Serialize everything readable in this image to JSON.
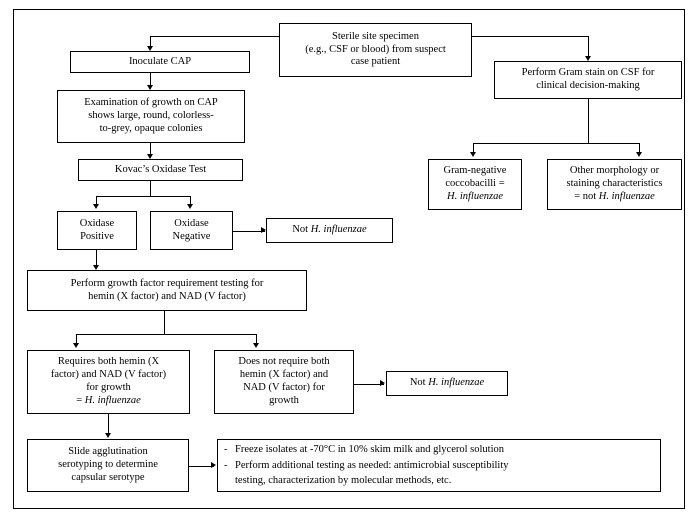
{
  "diagram": {
    "title": "Haemophilus influenzae laboratory identification flowchart",
    "nodes": {
      "sterile_specimen": "Sterile site specimen (e.g., CSF or blood) from suspect case patient",
      "sterile_specimen_l1": "Sterile site specimen",
      "sterile_specimen_l2": "(e.g., CSF or blood) from suspect",
      "sterile_specimen_l3": "case patient",
      "inoculate_cap": "Inoculate CAP",
      "gram_stain_l1": "Perform Gram stain on CSF for",
      "gram_stain_l2": "clinical decision-making",
      "examination_l1": "Examination of growth on CAP",
      "examination_l2": "shows large, round, colorless-",
      "examination_l3": "to-grey, opaque colonies",
      "gram_negative_l1": "Gram-negative",
      "gram_negative_l2": "coccobacilli =",
      "gram_negative_l3_italic": "H. influenzae",
      "other_morphology_l1": "Other morphology or",
      "other_morphology_l2": "staining characteristics",
      "other_morphology_l3_pre": "= not ",
      "other_morphology_l3_italic": "H. influenzae",
      "kovacs_test": "Kovac’s Oxidase Test",
      "oxidase_positive_l1": "Oxidase",
      "oxidase_positive_l2": "Positive",
      "oxidase_negative_l1": "Oxidase",
      "oxidase_negative_l2": "Negative",
      "not_hi_1_pre": "Not ",
      "not_hi_1_italic": "H. influenzae",
      "growth_factor_l1": "Perform growth factor requirement testing for",
      "growth_factor_l2": "hemin (X factor) and NAD (V factor)",
      "requires_both_l1": "Requires both hemin (X",
      "requires_both_l2": "factor) and NAD (V factor)",
      "requires_both_l3": "for growth",
      "requires_both_l4_pre": "= ",
      "requires_both_l4_italic": "H. influenzae",
      "does_not_require_l1": "Does not require both",
      "does_not_require_l2": "hemin (X factor) and",
      "does_not_require_l3": "NAD (V factor) for",
      "does_not_require_l4": "growth",
      "not_hi_2_pre": "Not ",
      "not_hi_2_italic": "H. influenzae",
      "slide_agglutination_l1": "Slide agglutination",
      "slide_agglutination_l2": "serotyping to determine",
      "slide_agglutination_l3": "capsular serotype",
      "next_steps_bullet_marker": "-",
      "next_steps_b1": "Freeze isolates at -70°C in 10% skim milk and glycerol solution",
      "next_steps_b2_l1": "Perform additional testing as needed: antimicrobial susceptibility",
      "next_steps_b2_l2": "testing, characterization by molecular methods, etc."
    },
    "colors": {
      "line": "#000000",
      "box_border": "#000000",
      "background": "#ffffff",
      "text": "#000000"
    }
  }
}
